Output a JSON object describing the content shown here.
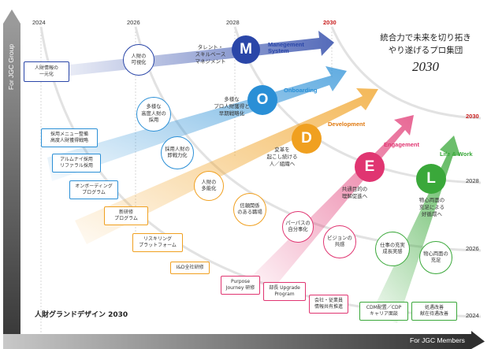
{
  "axes": {
    "x_label": "For JGC Members",
    "y_label": "For JGC Group",
    "top_years": [
      "2024",
      "2026",
      "2028",
      "2030"
    ],
    "right_years": [
      "2030",
      "2028",
      "2026",
      "2024"
    ]
  },
  "slogan": {
    "line1": "統合力で未来を切り拓き",
    "line2": "やり遂げるプロ集団",
    "year": "2030"
  },
  "footer_title": "人財グランドデザイン 2030",
  "pillars": [
    {
      "letter": "M",
      "name": "Manegement\nSystem",
      "color": "#2a46a8"
    },
    {
      "letter": "O",
      "name": "Onboarding",
      "color": "#2a8fd6"
    },
    {
      "letter": "D",
      "name": "Development",
      "color": "#f0a020"
    },
    {
      "letter": "E",
      "name": "Engagement",
      "color": "#e03571"
    },
    {
      "letter": "L",
      "name": "Life & Work",
      "color": "#3aa83a"
    }
  ],
  "arrow_labels": {
    "m": "タレント・\nスキルベース\nマネジメント",
    "o": "多様な\nプロ人財獲得と\n早期戦略化",
    "d": "変革を\n起こし続ける\n人／組織へ",
    "e": "共通目的の\n理解促進へ",
    "l": "物心両面の\n充足による\n好循環へ"
  },
  "circles": {
    "m1": "人財の\n可視化",
    "o1": "多様な\n高度人財の\n採用",
    "o2": "採用人財の\n即戦力化",
    "d1": "人財の\n多能化",
    "d2": "信頼関係\nのある職場",
    "e1": "パーパスの\n自分事化",
    "e2": "ビジョンの\n共感",
    "l1": "仕事の充実\n成長実感",
    "l2": "物心両面の\n充足"
  },
  "boxes": {
    "m1": "人財情報の\n一元化",
    "o1": "採用メニュー整備\n高度人財獲得戦略",
    "o2": "アルムナイ採用\nリファラル採用",
    "o3": "オンボーディング\nプログラム",
    "d1": "新研修\nプログラム",
    "d2": "リスキリング\nプラットフォーム",
    "d3": "I&D全社研修",
    "e1": "Purpose\nJourney 研修",
    "e2": "部長 Upgrade\nProgram",
    "e3": "会社・従業員\n情報共有推進",
    "l1": "CDM配置／CDP\nキャリア面談",
    "l2": "処遇改善\n献在待遇改善"
  }
}
